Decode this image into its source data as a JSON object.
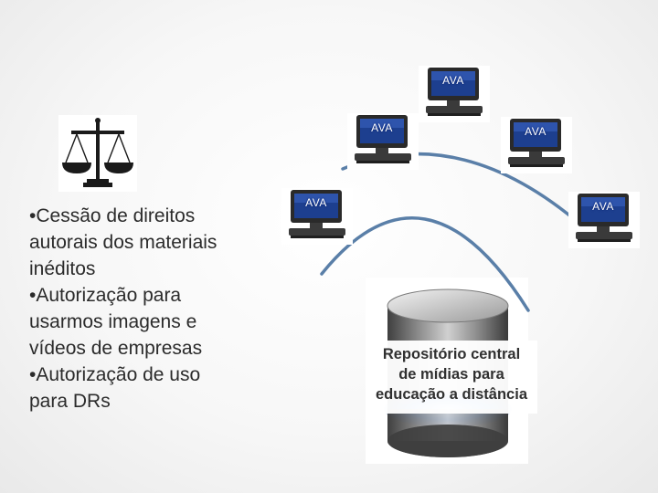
{
  "bullets": [
    "•Cessão de direitos",
    "autorais dos materiais",
    "inéditos",
    "•Autorização para",
    "usarmos imagens e",
    "vídeos de empresas",
    "•Autorização de uso",
    "para DRs"
  ],
  "repository_label": [
    "Repositório central",
    "de mídias para",
    "educação a distância"
  ],
  "ava_label": "AVA",
  "icons": {
    "scale": "scales-of-justice-icon",
    "computer": "computer-monitor-icon",
    "database": "database-cylinder-icon"
  },
  "colors": {
    "arc": "#5a7fa8",
    "monitor_screen": "#1d3f8f",
    "monitor_frame": "#2a2a2a",
    "text": "#2b2b2b"
  }
}
